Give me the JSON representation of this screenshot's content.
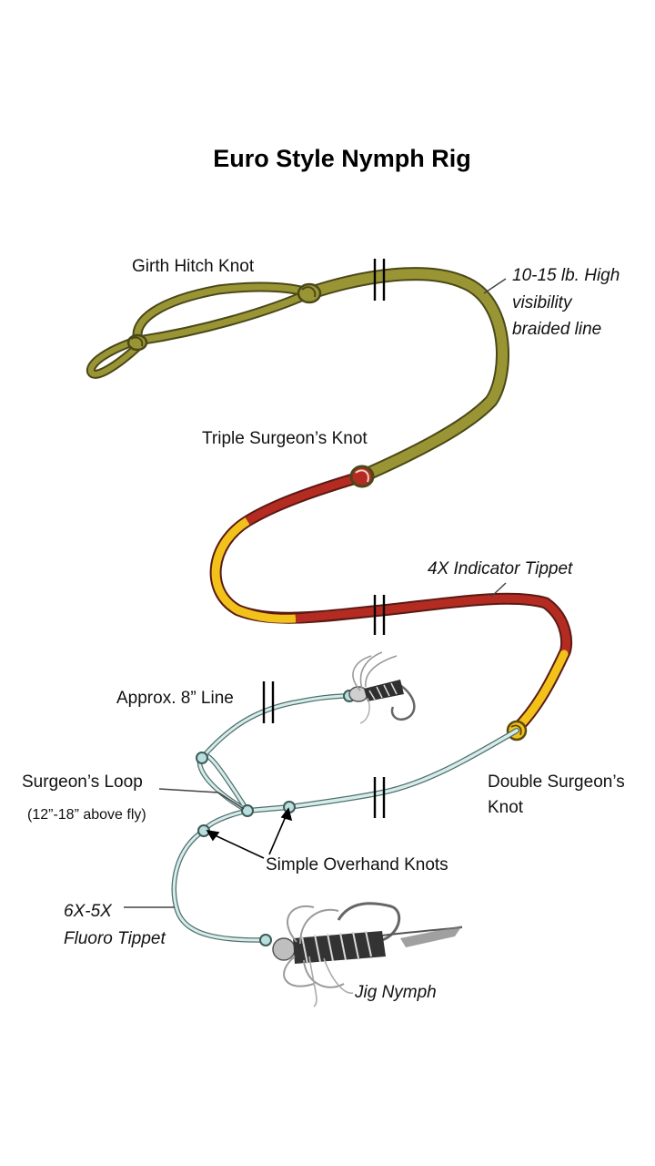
{
  "title": "Euro Style Nymph Rig",
  "labels": {
    "girth_hitch": "Girth Hitch Knot",
    "braided_line_1": "10-15 lb. High",
    "braided_line_2": "visibility",
    "braided_line_3": "braided line",
    "triple_surgeons": "Triple Surgeon’s Knot",
    "indicator_tippet": "4X Indicator Tippet",
    "approx_line": "Approx. 8” Line",
    "surgeons_loop": "Surgeon’s Loop",
    "surgeons_loop_note": "(12”-18” above fly)",
    "double_surgeons_1": "Double Surgeon’s",
    "double_surgeons_2": "Knot",
    "overhand_knots": "Simple Overhand Knots",
    "fluoro_1": "6X-5X",
    "fluoro_2": "Fluoro Tippet",
    "jig_nymph": "Jig Nymph"
  },
  "colors": {
    "braided": "#9a9534",
    "braided_edge": "#4a4818",
    "indicator_red": "#b42b22",
    "indicator_yellow": "#f2c21b",
    "indicator_edge": "#5a1a14",
    "fluoro": "#d6ecea",
    "fluoro_edge": "#4f6f6d",
    "knot_fill": "#b9dedd"
  },
  "icons": {
    "top_fly": "nymph-fly-icon",
    "jig_nymph": "jig-nymph-icon",
    "break_mark": "line-break-icon"
  }
}
